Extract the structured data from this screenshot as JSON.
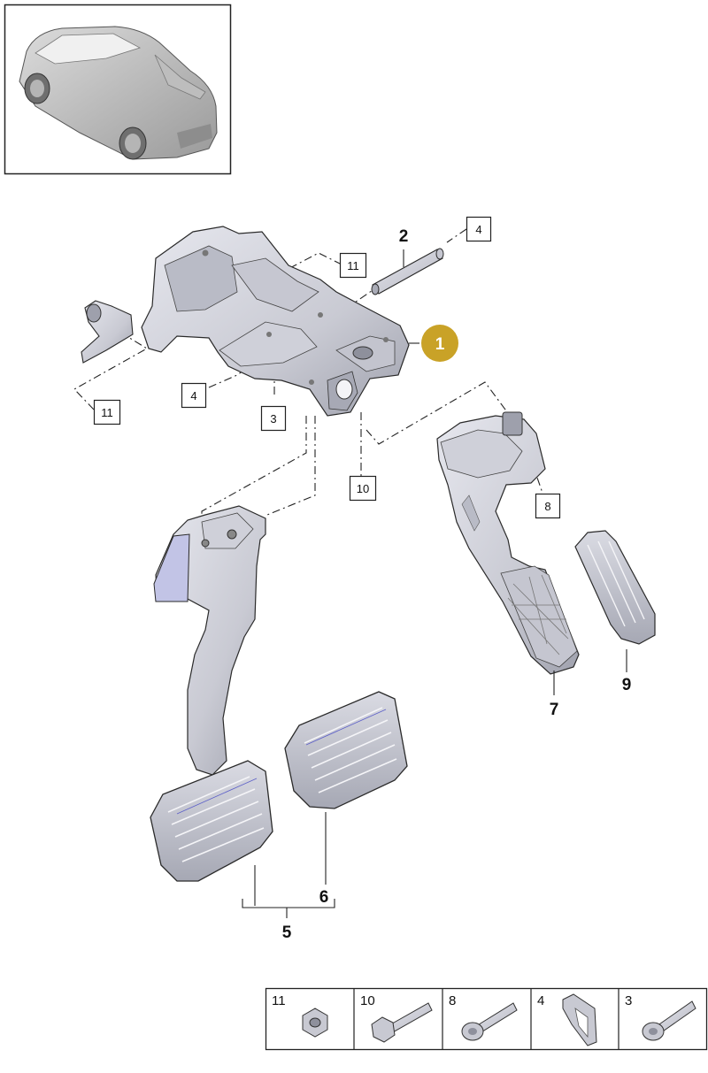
{
  "colors": {
    "highlight": "#C9A227",
    "part_fill": "#d3d4db",
    "part_shade": "#a9abb6",
    "part_blue": "#c4c6e8",
    "outline": "#2a2a2a"
  },
  "callout_main": "1",
  "labels": {
    "p2": "2",
    "p5": "5",
    "p6": "6",
    "p7": "7",
    "p9": "9"
  },
  "boxes": {
    "b4_top": "4",
    "b11_top": "11",
    "b4_left": "4",
    "b11_left": "11",
    "b3": "3",
    "b10": "10",
    "b8": "8"
  },
  "legend": [
    {
      "num": "11",
      "icon": "hex-nut-icon"
    },
    {
      "num": "10",
      "icon": "hex-bolt-icon"
    },
    {
      "num": "8",
      "icon": "flange-bolt-icon"
    },
    {
      "num": "4",
      "icon": "clip-nut-icon"
    },
    {
      "num": "3",
      "icon": "flange-bolt-icon"
    }
  ],
  "icons": {
    "vehicle": "suv-vehicle-icon"
  }
}
